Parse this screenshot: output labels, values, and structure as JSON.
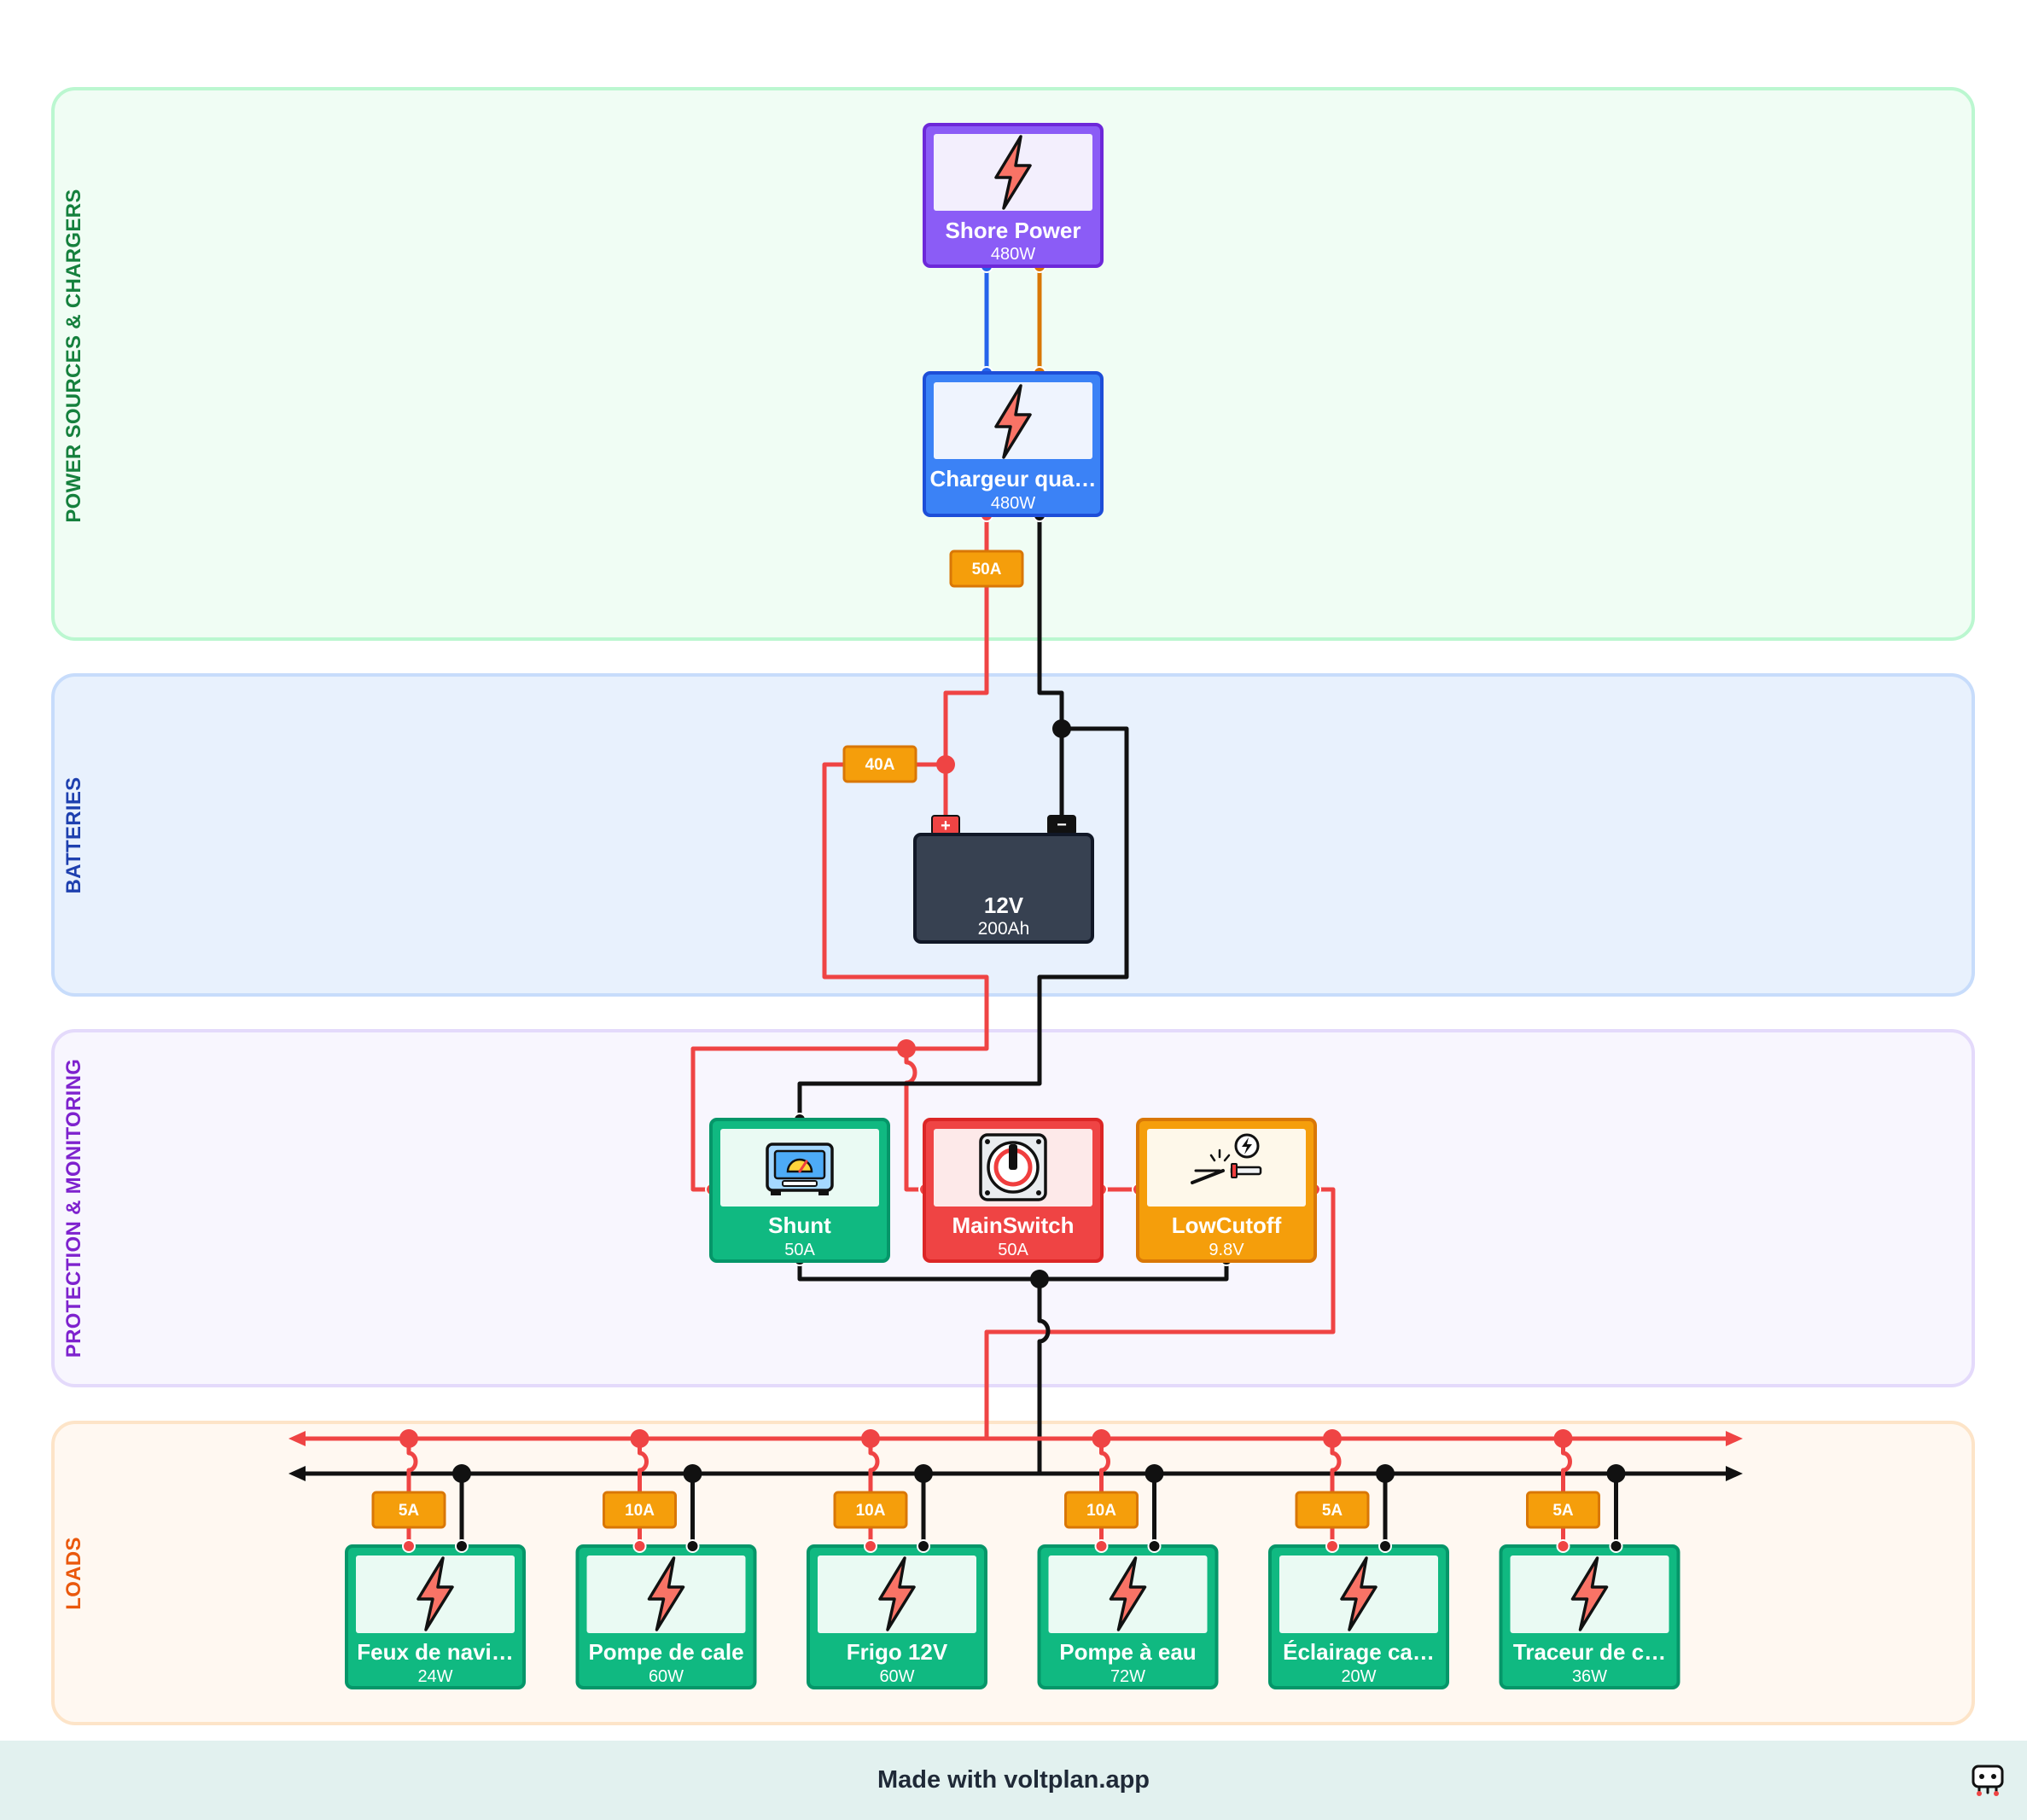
{
  "colors": {
    "positive": "#ef4444",
    "negative": "#111111",
    "ac_live": "#2563eb",
    "ac_neutral": "#d97706",
    "fuse": "#f59e0b",
    "load": "#10b981",
    "charger": "#3b82f6",
    "source": "#8b5cf6",
    "switch": "#ef4444",
    "cutoff": "#f59e0b",
    "battery": "#374151"
  },
  "zones": {
    "sources": "POWER SOURCES & CHARGERS",
    "batteries": "BATTERIES",
    "protection": "PROTECTION & MONITORING",
    "loads": "LOADS"
  },
  "sources": {
    "shore": {
      "name": "Shore Power",
      "value": "480W",
      "icon": "bolt-icon"
    },
    "charger": {
      "name": "Chargeur qua…",
      "value": "480W",
      "icon": "bolt-icon"
    },
    "charger_fuse": "50A",
    "battery_fuse": "40A"
  },
  "battery": {
    "voltage": "12V",
    "capacity": "200Ah",
    "pos": "+",
    "neg": "−"
  },
  "protection": {
    "shunt": {
      "name": "Shunt",
      "value": "50A",
      "icon": "shunt-monitor-icon"
    },
    "main_switch": {
      "name": "MainSwitch",
      "value": "50A",
      "icon": "battery-switch-icon"
    },
    "low_cutoff": {
      "name": "LowCutoff",
      "value": "9.8V",
      "icon": "low-voltage-cutoff-icon"
    }
  },
  "loads": [
    {
      "name": "Feux de navi…",
      "value": "24W",
      "fuse": "5A",
      "icon": "bolt-icon"
    },
    {
      "name": "Pompe de cale",
      "value": "60W",
      "fuse": "10A",
      "icon": "bolt-icon"
    },
    {
      "name": "Frigo 12V",
      "value": "60W",
      "fuse": "10A",
      "icon": "bolt-icon"
    },
    {
      "name": "Pompe à eau",
      "value": "72W",
      "fuse": "10A",
      "icon": "bolt-icon"
    },
    {
      "name": "Éclairage ca…",
      "value": "20W",
      "fuse": "5A",
      "icon": "bolt-icon"
    },
    {
      "name": "Traceur de c…",
      "value": "36W",
      "fuse": "5A",
      "icon": "bolt-icon"
    }
  ],
  "footer": {
    "text": "Made with voltplan.app",
    "logo": "voltplan-logo-icon"
  }
}
